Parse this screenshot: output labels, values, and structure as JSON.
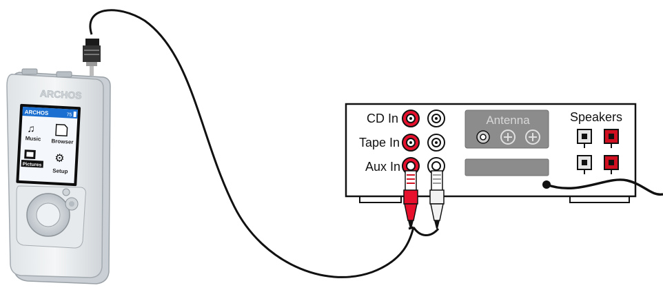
{
  "player": {
    "brand": "ARCHOS",
    "screen": {
      "header_brand": "ARCHOS",
      "battery_label": "75",
      "items": [
        "Music",
        "Browser",
        "Pictures",
        "Setup"
      ]
    }
  },
  "receiver": {
    "inputs": [
      "CD In",
      "Tape In",
      "Aux In"
    ],
    "antenna_label": "Antenna",
    "speakers_label": "Speakers"
  },
  "colors": {
    "red_jack": "#e8112d",
    "cable": "#111111",
    "panel_gray": "#8c8c8c",
    "screen_blue": "#1b6fd0",
    "speaker_red": "#d01020"
  }
}
